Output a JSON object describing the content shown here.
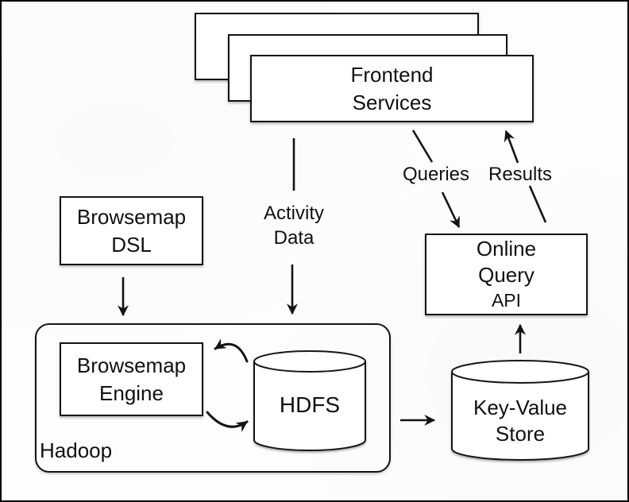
{
  "nodes": {
    "frontend_services": {
      "line1": "Frontend",
      "line2": "Services"
    },
    "browsemap_dsl": {
      "line1": "Browsemap",
      "line2": "DSL"
    },
    "browsemap_engine": {
      "line1": "Browsemap",
      "line2": "Engine"
    },
    "online_query_api": {
      "line1": "Online",
      "line2": "Query",
      "line3": "API"
    },
    "hdfs": {
      "label": "HDFS"
    },
    "key_value_store": {
      "line1": "Key-Value",
      "line2": "Store"
    },
    "hadoop": {
      "label": "Hadoop"
    }
  },
  "edges": {
    "activity_data": {
      "line1": "Activity",
      "line2": "Data"
    },
    "queries": {
      "label": "Queries"
    },
    "results": {
      "label": "Results"
    }
  },
  "colors": {
    "stroke": "#141414",
    "node_fill": "#ffffff",
    "background": "#fdfdfd",
    "text": "#111111"
  }
}
